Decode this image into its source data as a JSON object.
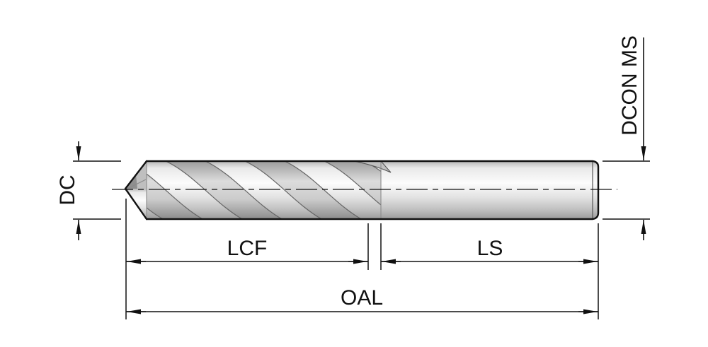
{
  "diagram": {
    "labels": {
      "dc": "DC",
      "dcon_ms": "DCON MS",
      "lcf": "LCF",
      "ls": "LS",
      "oal": "OAL"
    },
    "colors": {
      "line": "#111111",
      "background": "#ffffff",
      "metal_light": "#fcfcfc",
      "metal_dark": "#9b9b9b",
      "flute_shadow": "#8a8a8a"
    }
  }
}
